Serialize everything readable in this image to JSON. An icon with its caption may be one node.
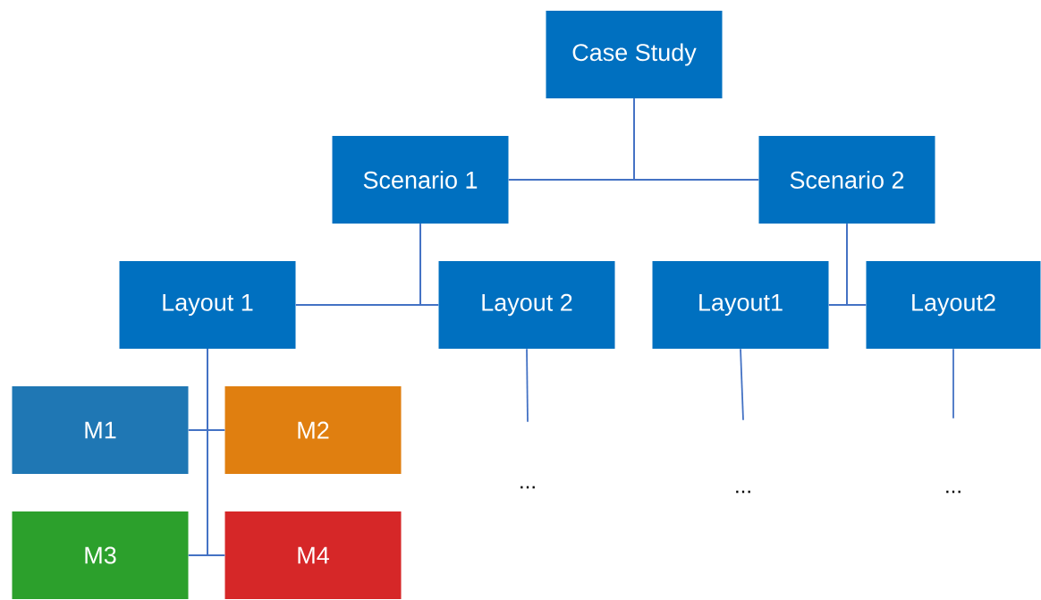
{
  "diagram": {
    "nodes": [
      {
        "text": [
          "Case Study"
        ]
      },
      {
        "text": [
          "Scenario 1"
        ]
      },
      {
        "text": [
          "Scenario 2"
        ]
      },
      {
        "text": [
          "Layout 1"
        ]
      },
      {
        "text": [
          "Layout 2"
        ]
      },
      {
        "text": [
          "Layout1"
        ]
      },
      {
        "text": [
          "Layout2"
        ]
      },
      {
        "text": [
          "M1"
        ]
      },
      {
        "text": [
          "M2"
        ]
      },
      {
        "text": [
          "M3"
        ]
      },
      {
        "text": [
          "M4"
        ]
      },
      {
        "text": [
          "..."
        ]
      },
      {
        "text": [
          "..."
        ]
      },
      {
        "text": [
          "..."
        ]
      }
    ],
    "edges": [
      {
        "from": 0,
        "to": 1,
        "arrow": "none"
      },
      {
        "from": 0,
        "to": 2,
        "arrow": "none"
      },
      {
        "from": 1,
        "to": 3,
        "arrow": "none"
      },
      {
        "from": 1,
        "to": 4,
        "arrow": "none"
      },
      {
        "from": 2,
        "to": 5,
        "arrow": "none"
      },
      {
        "from": 2,
        "to": 6,
        "arrow": "none"
      },
      {
        "from": 3,
        "to": 7,
        "arrow": "none"
      },
      {
        "from": 3,
        "to": 8,
        "arrow": "none"
      },
      {
        "from": 3,
        "to": 9,
        "arrow": "none"
      },
      {
        "from": 3,
        "to": 10,
        "arrow": "none"
      },
      {
        "from": 4,
        "to": 11,
        "arrow": "none"
      },
      {
        "from": 5,
        "to": 12,
        "arrow": "none"
      },
      {
        "from": 6,
        "to": 13,
        "arrow": "none"
      }
    ]
  }
}
